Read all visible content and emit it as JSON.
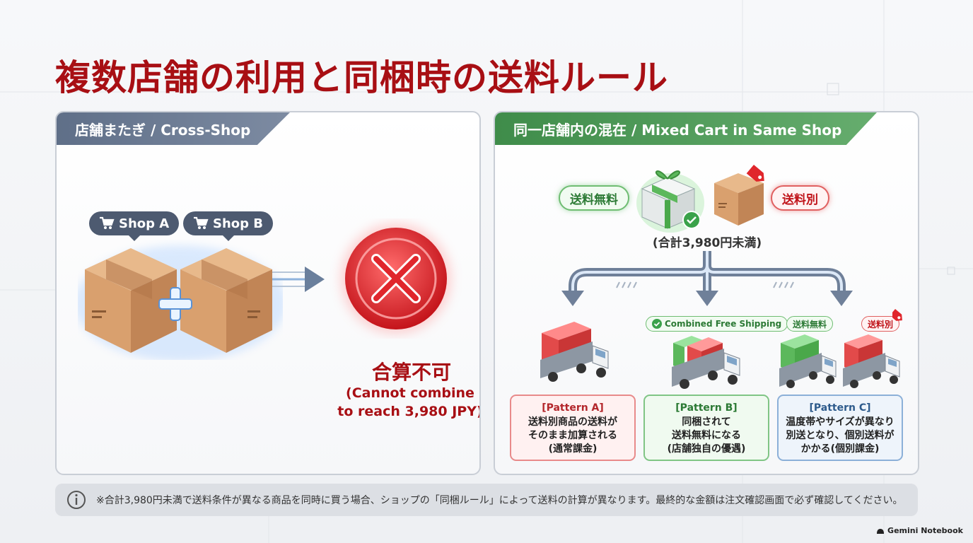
{
  "title": "複数店舗の利用と同梱時の送料ルール",
  "left_panel": {
    "tab_label": "店舗またぎ / Cross-Shop",
    "shop_a": "Shop A",
    "shop_b": "Shop B",
    "result_main": "合算不可",
    "result_sub_1": "(Cannot combine",
    "result_sub_2": "to reach 3,980 JPY)"
  },
  "right_panel": {
    "tab_label": "同一店舗内の混在 / Mixed Cart in Same Shop",
    "free_label": "送料無料",
    "separate_label": "送料別",
    "total_note": "(合計3,980円未満)",
    "combined_badge": "Combined Free Shipping",
    "mini_free": "送料無料",
    "mini_separate": "送料別",
    "patterns": [
      {
        "heading": "[Pattern A]",
        "line1": "送料別商品の送料が",
        "line2": "そのまま加算される",
        "line3": "(通常課金)"
      },
      {
        "heading": "[Pattern B]",
        "line1": "同梱されて",
        "line2": "送料無料になる",
        "line3": "(店舗独自の優遇)"
      },
      {
        "heading": "[Pattern C]",
        "line1": "温度帯やサイズが異なり",
        "line2": "別送となり、個別送料が",
        "line3": "かかる(個別課金)"
      }
    ]
  },
  "footer": {
    "note": "※合計3,980円未満で送料条件が異なる商品を同時に買う場合、ショップの「同梱ルール」によって送料の計算が異なります。最終的な金額は注文確認画面で必ず確認してください。"
  },
  "brand": "Gemini Notebook",
  "colors": {
    "title_red": "#a80f14",
    "cross_shop_tab": "#5f6f88",
    "same_shop_tab": "#3f8c4a",
    "error_red": "#e0262c",
    "free_green": "#5cb85c",
    "separate_red": "#e05050"
  },
  "icons": [
    "cart-icon",
    "plus-icon",
    "x-icon",
    "check-icon",
    "price-tag-icon",
    "info-icon",
    "gift-box-icon",
    "cardboard-box-icon",
    "truck-icon",
    "gemini-logo-icon"
  ]
}
